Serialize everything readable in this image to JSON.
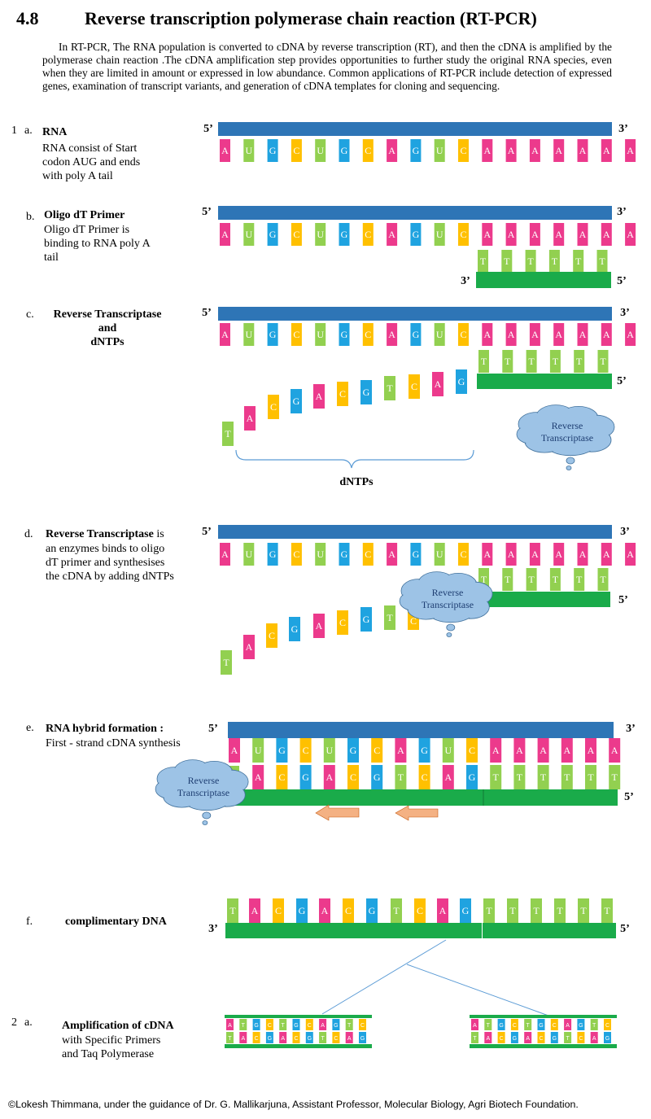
{
  "heading": {
    "number": "4.8",
    "title": "Reverse transcription polymerase chain reaction (RT-PCR)"
  },
  "intro": "In RT-PCR,  The RNA population is converted to cDNA by reverse transcription (RT), and then the cDNA is amplified by the polymerase chain reaction .The cDNA amplification step provides opportunities to further study the original RNA species, even when they are limited in amount or expressed in low abundance. Common applications of RT-PCR include detection of  expressed genes, examination of transcript variants, and generation of cDNA templates for cloning and sequencing.",
  "steps": {
    "1a": {
      "number": "1",
      "letter": "a.",
      "title": "RNA",
      "text": "RNA consist of Start\ncodon AUG and ends\nwith poly A tail"
    },
    "1b": {
      "letter": "b.",
      "title": "Oligo dT Primer",
      "text": "Oligo dT Primer is\nbinding to RNA poly A\ntail"
    },
    "1c": {
      "letter": "c.",
      "title": "Reverse Transcriptase\nand\ndNTPs"
    },
    "1d": {
      "letter": "d.",
      "title": "Reverse Transcriptase",
      "title_suffix": " is",
      "text": "an enzymes binds to oligo\ndT primer and synthesises\nthe cDNA by adding dNTPs"
    },
    "1e": {
      "letter": "e.",
      "title": "RNA hybrid formation :",
      "text": "First - strand cDNA synthesis"
    },
    "1f": {
      "letter": "f.",
      "title": "complimentary DNA"
    },
    "2a": {
      "number": "2",
      "letter": "a.",
      "title": "Amplification of cDNA",
      "text": "with Specific Primers\nand Taq Polymerase"
    }
  },
  "diagram": {
    "end_5": "5’",
    "end_3": "3’",
    "rna_sequence": [
      "A",
      "U",
      "G",
      "C",
      "U",
      "G",
      "C",
      "A",
      "G",
      "U",
      "C",
      "A",
      "A",
      "A",
      "A",
      "A",
      "A",
      "A"
    ],
    "primer_sequence": [
      "T",
      "T",
      "T",
      "T",
      "T",
      "T"
    ],
    "dntps_c": [
      "T",
      "A",
      "C",
      "G",
      "A",
      "C",
      "G",
      "T",
      "C",
      "A",
      "G"
    ],
    "dntps_d": [
      "T",
      "A",
      "C",
      "G",
      "A",
      "C",
      "G",
      "T"
    ],
    "cdna_sequence": [
      "T",
      "A",
      "C",
      "G",
      "A",
      "C",
      "G",
      "T",
      "C",
      "A",
      "G",
      "T",
      "T",
      "T",
      "T",
      "T",
      "T"
    ],
    "rna_hybrid_top": [
      "A",
      "U",
      "G",
      "C",
      "U",
      "G",
      "C",
      "A",
      "G",
      "U",
      "C",
      "A",
      "A",
      "A",
      "A",
      "A",
      "A"
    ],
    "rna_hybrid_bottom": [
      "",
      "A",
      "C",
      "G",
      "A",
      "C",
      "G",
      "T",
      "C",
      "A",
      "G",
      "T",
      "T",
      "T",
      "T",
      "T",
      "T"
    ],
    "amp_top": [
      "A",
      "T",
      "G",
      "C",
      "T",
      "G",
      "C",
      "A",
      "G",
      "T",
      "C"
    ],
    "amp_bottom": [
      "T",
      "A",
      "C",
      "G",
      "A",
      "C",
      "G",
      "T",
      "C",
      "A",
      "G"
    ],
    "enzyme_label": "Reverse\nTranscriptase",
    "dntps_label": "dNTPs",
    "colors": {
      "A": "#ec3a8c",
      "U": "#92d050",
      "T": "#92d050",
      "G": "#1fa3e0",
      "C": "#ffc000",
      "rna_strand": "#2e75b6",
      "dna_strand": "#1aab4a",
      "cloud": "#9dc3e6",
      "arrow": "#f4b183"
    }
  },
  "footer": "©Lokesh Thimmana, under the guidance of Dr. G. Mallikarjuna, Assistant Professor,  Molecular Biology, Agri Biotech Foundation."
}
